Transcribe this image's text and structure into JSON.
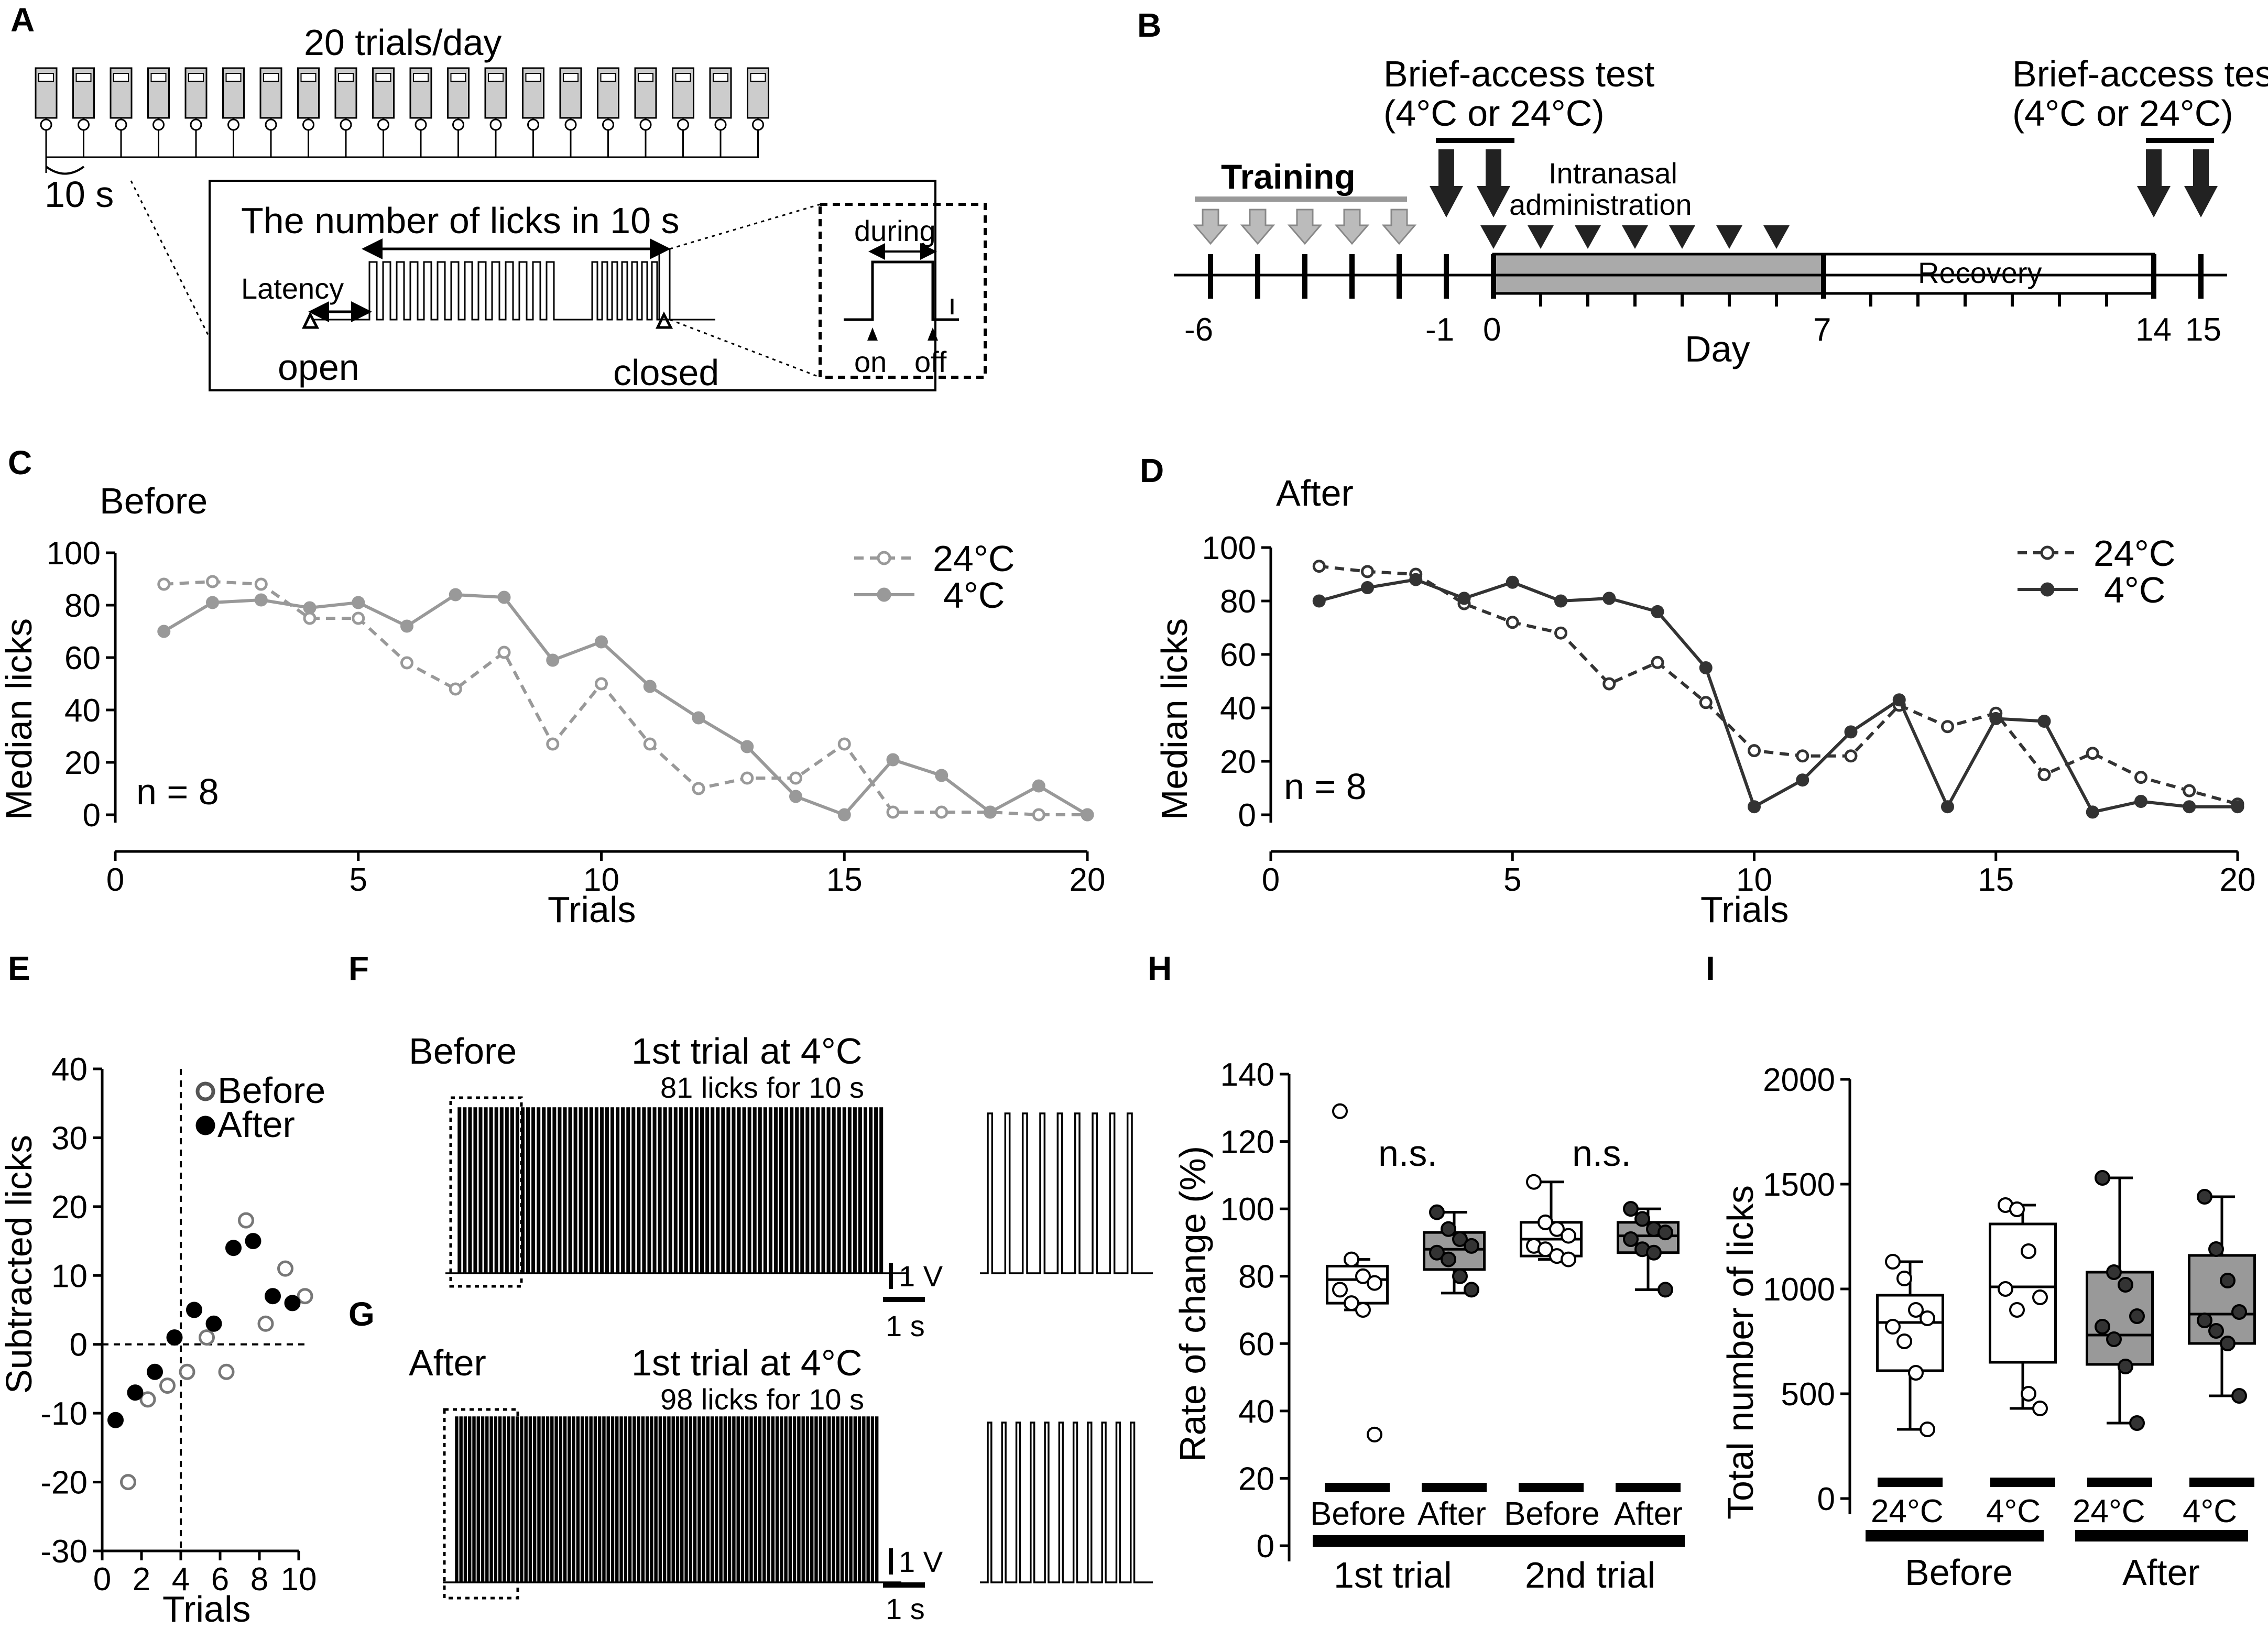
{
  "panels": {
    "A": "A",
    "B": "B",
    "C": "C",
    "D": "D",
    "E": "E",
    "F": "F",
    "G": "G",
    "H": "H",
    "I": "I"
  },
  "panelA": {
    "top": "20 trials/day",
    "interval": "10 s",
    "title": "The number of licks in 10 s",
    "latency": "Latency",
    "open": "open",
    "closed": "closed",
    "during": "during",
    "on": "on",
    "off": "off"
  },
  "panelB": {
    "test1": "Brief-access test",
    "cond1": "(4°C or 24°C)",
    "test2": "Brief-access test",
    "cond2": "(4°C or 24°C)",
    "training": "Training",
    "intranasal1": "Intranasal",
    "intranasal2": "administration",
    "recovery": "Recovery",
    "xlabel": "Day",
    "ticks": [
      "-6",
      "-1",
      "0",
      "7",
      "14",
      "15"
    ]
  },
  "panelF": {
    "cond": "Before",
    "title": "1st trial at 4°C",
    "count": "81 licks for 10 s",
    "scaleV": "1 V",
    "scaleT": "1 s"
  },
  "panelG": {
    "cond": "After",
    "title": "1st trial at 4°C",
    "count": "98 licks for 10 s",
    "scaleV": "1 V",
    "scaleT": "1 s"
  },
  "colors": {
    "before_open": "#ffffff",
    "gray": "#999999",
    "dark": "#333333",
    "box_gray": "#999999"
  },
  "chart_data": [
    {
      "panel": "C",
      "type": "line",
      "title": "Before",
      "xlabel": "Trials",
      "ylabel": "Median licks",
      "annotation": "n = 8",
      "xlim": [
        0,
        20
      ],
      "ylim": [
        0,
        100
      ],
      "xticks": [
        "0",
        "5",
        "10",
        "15",
        "20"
      ],
      "yticks": [
        "0",
        "20",
        "40",
        "60",
        "80",
        "100"
      ],
      "legend": "top-right",
      "series": [
        {
          "name": "24°C",
          "style": "dashed-open",
          "x": [
            1,
            2,
            3,
            4,
            5,
            6,
            7,
            8,
            9,
            10,
            11,
            12,
            13,
            14,
            15,
            16,
            17,
            18,
            19,
            20
          ],
          "y": [
            88,
            89,
            88,
            75,
            75,
            58,
            48,
            62,
            27,
            50,
            27,
            10,
            14,
            14,
            27,
            1,
            1,
            1,
            0,
            0
          ]
        },
        {
          "name": "4°C",
          "style": "solid-filled",
          "x": [
            1,
            2,
            3,
            4,
            5,
            6,
            7,
            8,
            9,
            10,
            11,
            12,
            13,
            14,
            15,
            16,
            17,
            18,
            19,
            20
          ],
          "y": [
            70,
            81,
            82,
            79,
            81,
            72,
            84,
            83,
            59,
            66,
            49,
            37,
            26,
            7,
            0,
            21,
            15,
            1,
            11,
            0
          ]
        }
      ]
    },
    {
      "panel": "D",
      "type": "line",
      "title": "After",
      "xlabel": "Trials",
      "ylabel": "Median licks",
      "annotation": "n = 8",
      "xlim": [
        0,
        20
      ],
      "ylim": [
        0,
        100
      ],
      "xticks": [
        "0",
        "5",
        "10",
        "15",
        "20"
      ],
      "yticks": [
        "0",
        "20",
        "40",
        "60",
        "80",
        "100"
      ],
      "legend": "top-right",
      "series": [
        {
          "name": "24°C",
          "style": "dashed-open",
          "x": [
            1,
            2,
            3,
            4,
            5,
            6,
            7,
            8,
            9,
            10,
            11,
            12,
            13,
            14,
            15,
            16,
            17,
            18,
            19,
            20
          ],
          "y": [
            93,
            91,
            90,
            79,
            72,
            68,
            49,
            57,
            42,
            24,
            22,
            22,
            41,
            33,
            38,
            15,
            23,
            14,
            9,
            4
          ]
        },
        {
          "name": "4°C",
          "style": "solid-filled",
          "x": [
            1,
            2,
            3,
            4,
            5,
            6,
            7,
            8,
            9,
            10,
            11,
            12,
            13,
            14,
            15,
            16,
            17,
            18,
            19,
            20
          ],
          "y": [
            80,
            85,
            88,
            81,
            87,
            80,
            81,
            76,
            55,
            3,
            13,
            31,
            43,
            3,
            36,
            35,
            1,
            5,
            3,
            3
          ]
        }
      ]
    },
    {
      "panel": "E",
      "type": "scatter",
      "xlabel": "Trials",
      "ylabel": "Subtracted licks",
      "xlim": [
        0,
        10
      ],
      "ylim": [
        -30,
        40
      ],
      "xticks": [
        "0",
        "2",
        "4",
        "6",
        "8",
        "10"
      ],
      "yticks": [
        "-30",
        "-20",
        "-10",
        "0",
        "10",
        "20",
        "30",
        "40"
      ],
      "legend": "top-right",
      "series": [
        {
          "name": "Before",
          "x": [
            1,
            2,
            3,
            4,
            5,
            6,
            7,
            8,
            9,
            10
          ],
          "y": [
            -20,
            -8,
            -6,
            -4,
            1,
            -4,
            18,
            3,
            11,
            7
          ]
        },
        {
          "name": "After",
          "x": [
            1,
            2,
            3,
            4,
            5,
            6,
            7,
            8,
            9,
            10
          ],
          "y": [
            -11,
            -7,
            -4,
            1,
            5,
            3,
            14,
            15,
            7,
            6
          ]
        }
      ]
    },
    {
      "panel": "H",
      "type": "box",
      "ylabel": "Rate of change (%)",
      "ylim": [
        0,
        140
      ],
      "yticks": [
        "0",
        "20",
        "40",
        "60",
        "80",
        "100",
        "120",
        "140"
      ],
      "groups": [
        "1st trial",
        "2nd trial"
      ],
      "labels": [
        "Before",
        "After",
        "Before",
        "After"
      ],
      "annotations": [
        "n.s.",
        "n.s."
      ],
      "boxes": [
        {
          "label": "Before",
          "min": 70,
          "q1": 72,
          "median": 79,
          "q3": 83,
          "max": 85,
          "points": [
            129,
            85,
            80,
            78,
            76,
            72,
            70,
            33
          ]
        },
        {
          "label": "After",
          "min": 75,
          "q1": 82,
          "median": 88,
          "q3": 93,
          "max": 99,
          "points": [
            99,
            94,
            91,
            89,
            87,
            85,
            80,
            76
          ]
        },
        {
          "label": "Before",
          "min": 85,
          "q1": 86,
          "median": 91,
          "q3": 96,
          "max": 108,
          "points": [
            108,
            96,
            94,
            92,
            89,
            88,
            86,
            85
          ]
        },
        {
          "label": "After",
          "min": 76,
          "q1": 87,
          "median": 92,
          "q3": 96,
          "max": 100,
          "points": [
            100,
            97,
            94,
            93,
            91,
            88,
            87,
            76
          ]
        }
      ]
    },
    {
      "panel": "I",
      "type": "box",
      "ylabel": "Total number of licks",
      "ylim": [
        0,
        2000
      ],
      "yticks": [
        "0",
        "500",
        "1000",
        "1500",
        "2000"
      ],
      "groups": [
        "Before",
        "After"
      ],
      "labels": [
        "24°C",
        "4°C",
        "24°C",
        "4°C"
      ],
      "boxes": [
        {
          "label": "24°C",
          "min": 330,
          "q1": 610,
          "median": 840,
          "q3": 970,
          "max": 1130,
          "points": [
            1130,
            1050,
            900,
            860,
            820,
            750,
            600,
            330
          ]
        },
        {
          "label": "4°C",
          "min": 430,
          "q1": 650,
          "median": 1010,
          "q3": 1310,
          "max": 1400,
          "points": [
            1400,
            1380,
            1180,
            960,
            1000,
            900,
            500,
            430
          ]
        },
        {
          "label": "24°C",
          "min": 360,
          "q1": 640,
          "median": 780,
          "q3": 1080,
          "max": 1530,
          "points": [
            1530,
            1080,
            1020,
            870,
            820,
            760,
            630,
            360
          ]
        },
        {
          "label": "4°C",
          "min": 490,
          "q1": 740,
          "median": 880,
          "q3": 1160,
          "max": 1440,
          "points": [
            1440,
            1190,
            1040,
            890,
            850,
            800,
            740,
            490
          ]
        }
      ]
    }
  ]
}
